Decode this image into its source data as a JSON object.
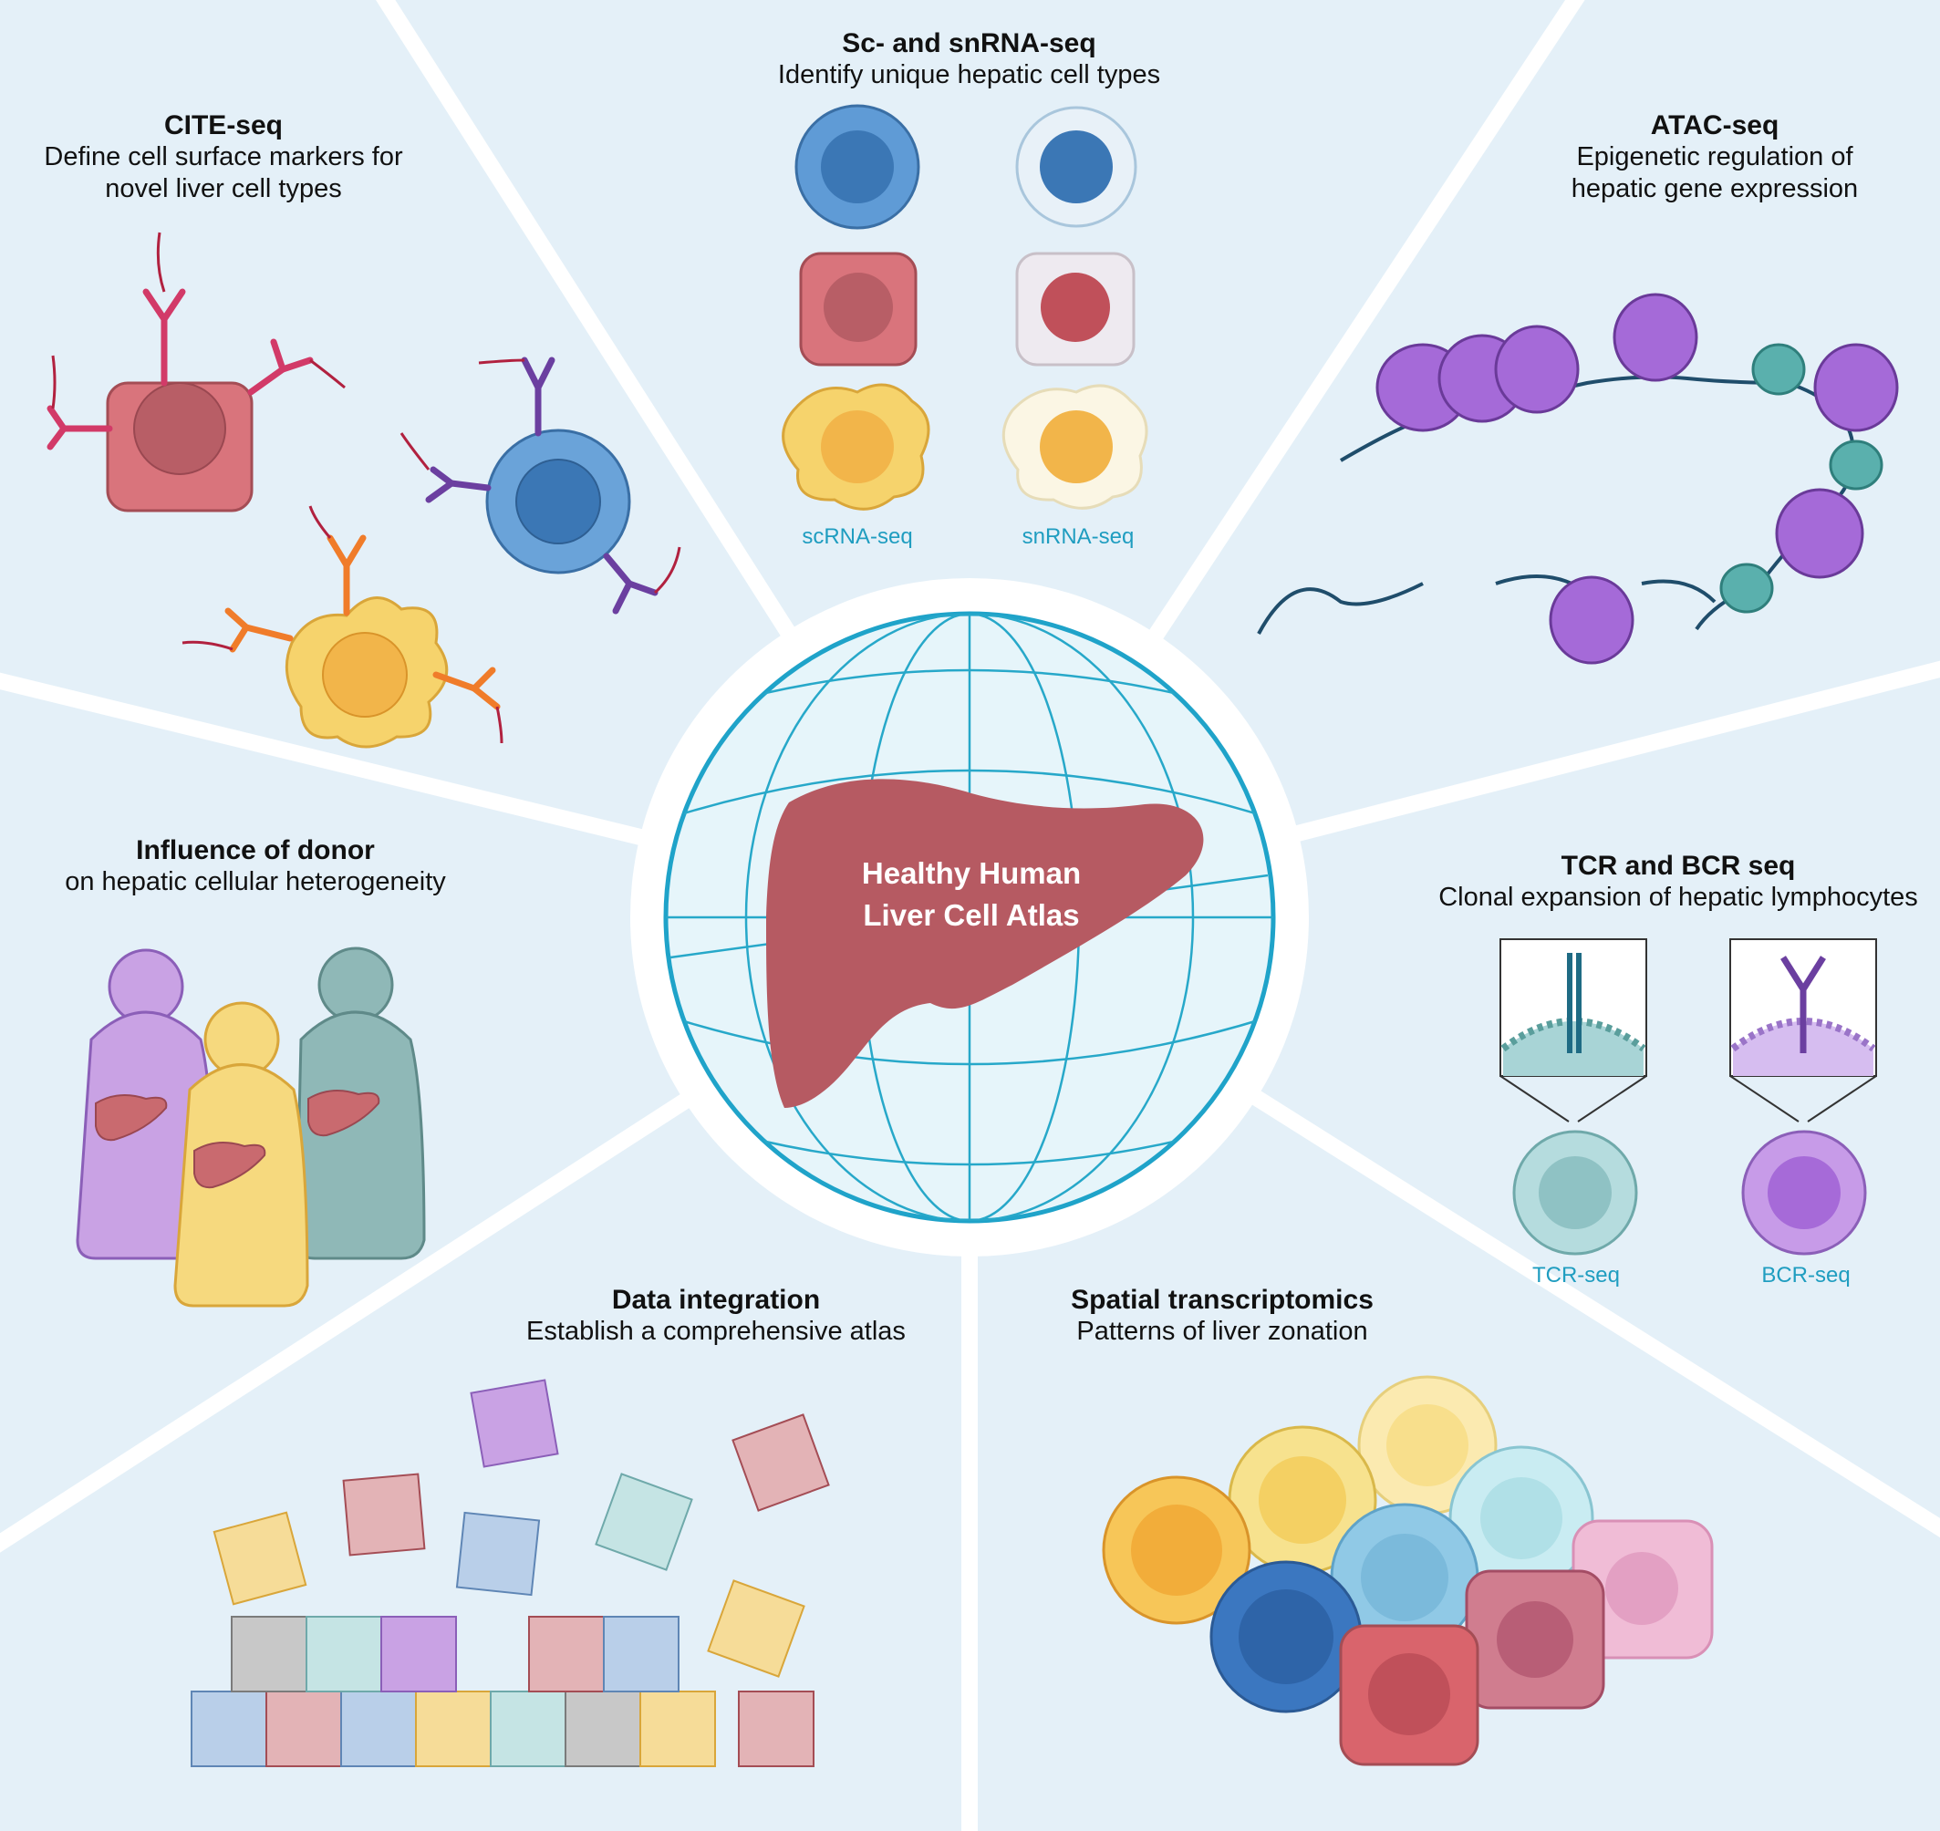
{
  "center": {
    "title_line1": "Healthy Human",
    "title_line2": "Liver Cell Atlas"
  },
  "panels": {
    "cite": {
      "title": "CITE-seq",
      "desc_line1": "Define cell surface markers for",
      "desc_line2": "novel liver cell types"
    },
    "sc": {
      "title": "Sc- and snRNA-seq",
      "desc": "Identify unique hepatic cell types",
      "left_label": "scRNA-seq",
      "right_label": "snRNA-seq"
    },
    "atac": {
      "title": "ATAC-seq",
      "desc_line1": "Epigenetic regulation of",
      "desc_line2": "hepatic gene expression"
    },
    "donor": {
      "title": "Influence of donor",
      "desc": "on hepatic cellular heterogeneity"
    },
    "tcr": {
      "title": "TCR and BCR seq",
      "desc": "Clonal expansion of hepatic lymphocytes",
      "left_label": "TCR-seq",
      "right_label": "BCR-seq"
    },
    "integration": {
      "title": "Data integration",
      "desc": "Establish a comprehensive atlas"
    },
    "spatial": {
      "title": "Spatial transcriptomics",
      "desc": "Patterns of liver zonation"
    }
  },
  "colors": {
    "background": "#e4f0f8",
    "divider": "#ffffff",
    "liver": "#b65a62",
    "globe_line": "#27a8c9",
    "label_accent": "#1f9dc0"
  }
}
